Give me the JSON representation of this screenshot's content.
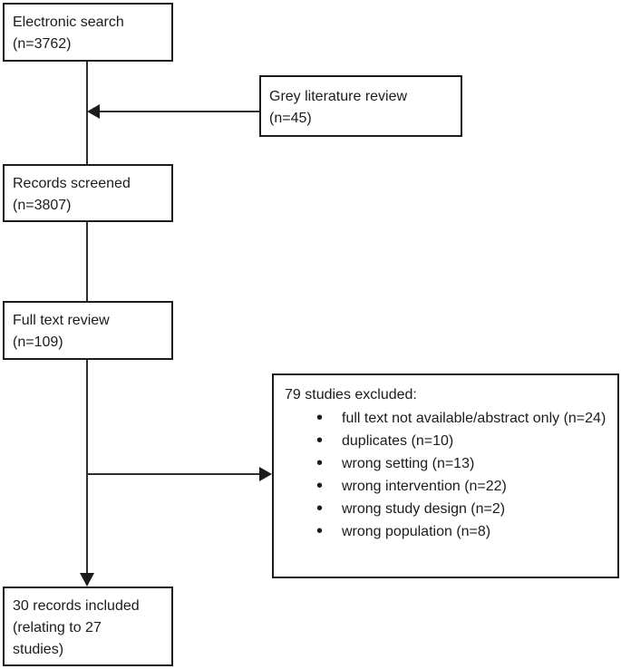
{
  "colors": {
    "ink": "#1c1c1c",
    "line": "#2e2e2e",
    "background": "#ffffff"
  },
  "boxes": {
    "electronic_search": {
      "line1": "Electronic search",
      "line2": "(n=3762)"
    },
    "grey_literature": {
      "line1": "Grey literature review",
      "line2": "(n=45)"
    },
    "records_screened": {
      "line1": "Records screened",
      "line2": "(n=3807)"
    },
    "full_text_review": {
      "line1": "Full text review",
      "line2": "(n=109)"
    },
    "excluded": {
      "heading": "79 studies excluded:",
      "items": [
        "full text not available/abstract only (n=24)",
        "duplicates (n=10)",
        "wrong setting (n=13)",
        "wrong intervention (n=22)",
        "wrong study design (n=2)",
        "wrong population (n=8)"
      ]
    },
    "included": {
      "text": "30 records included (relating to 27 studies)"
    }
  }
}
